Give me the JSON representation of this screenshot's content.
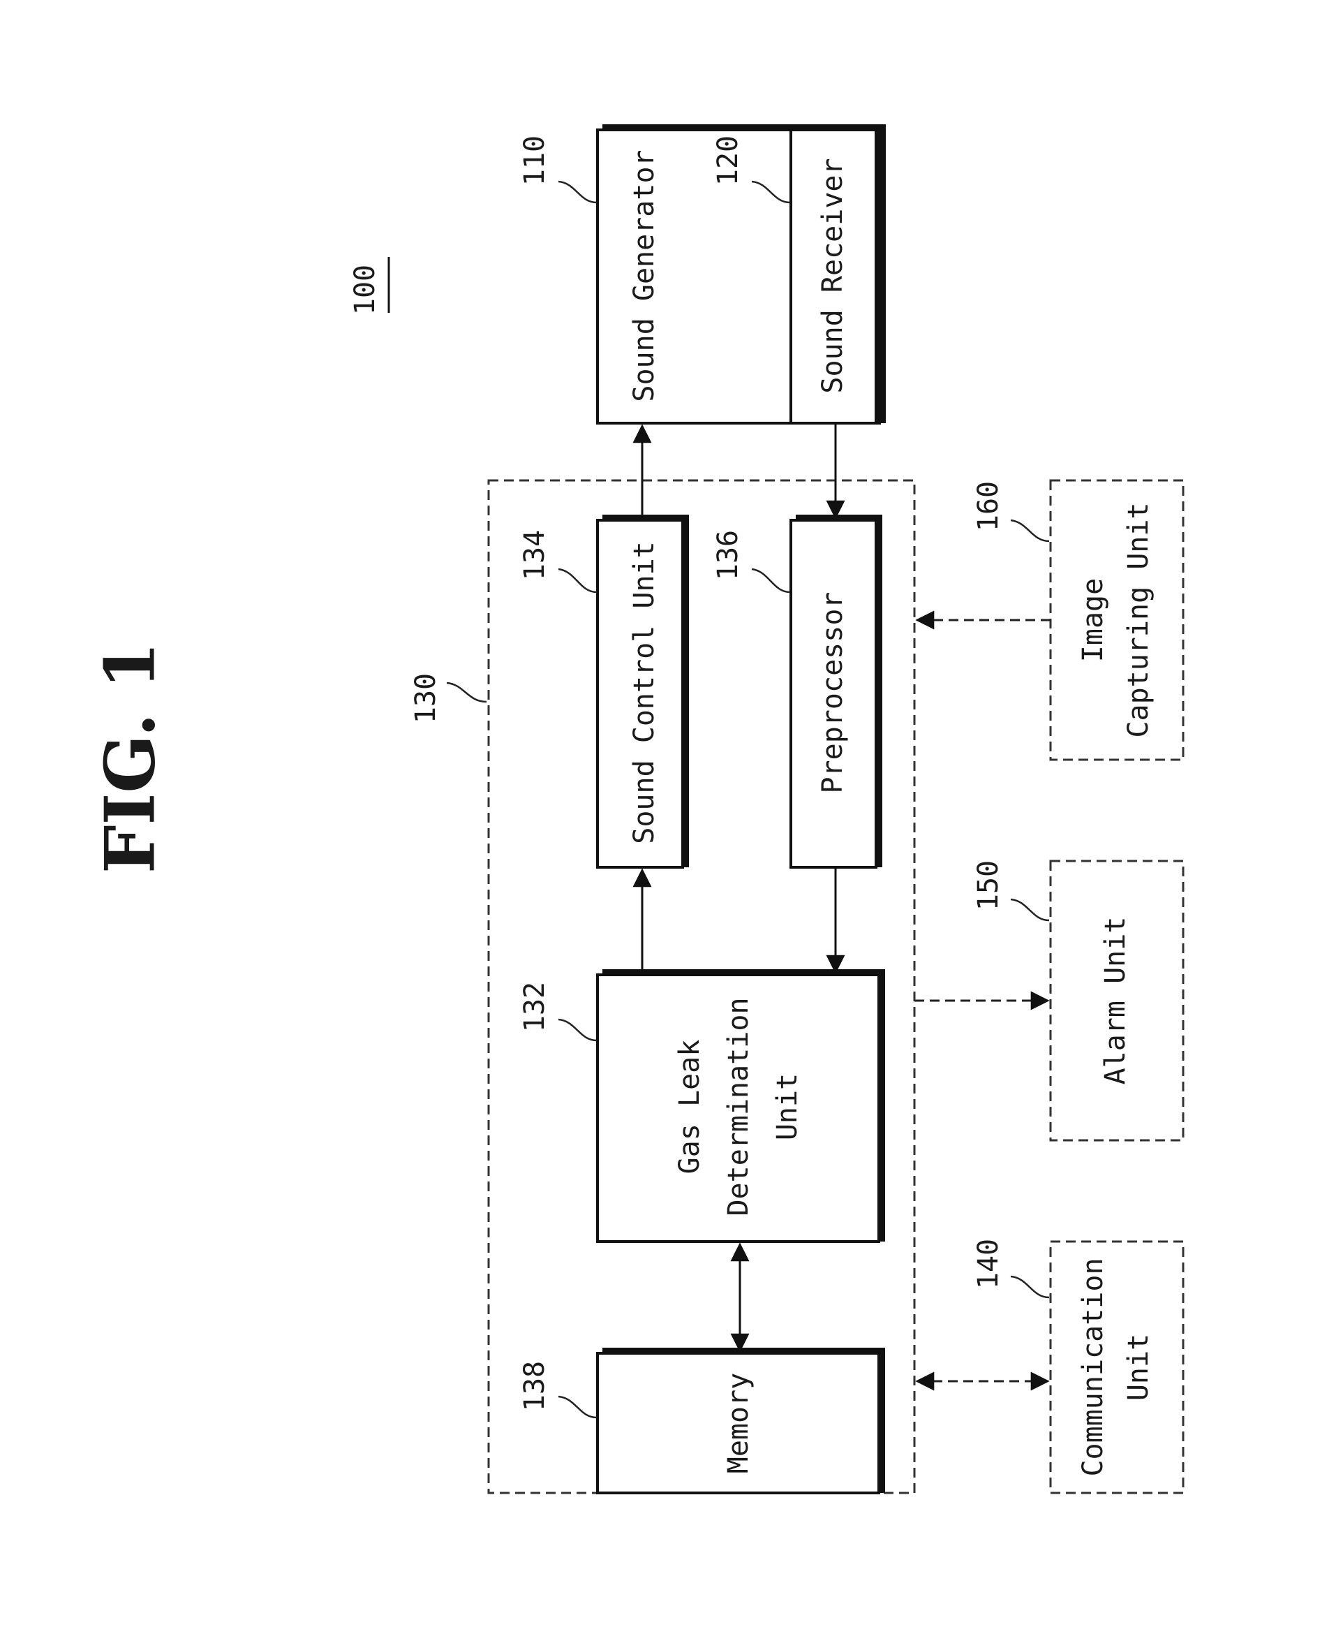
{
  "figure": {
    "title": "FIG. 1",
    "system_ref": "100"
  },
  "blocks": {
    "sound_generator": {
      "label": "Sound Generator",
      "ref": "110"
    },
    "sound_receiver": {
      "label": "Sound Receiver",
      "ref": "120"
    },
    "controller": {
      "ref": "130"
    },
    "gas_leak_determination": {
      "label_lines": [
        "Gas Leak",
        "Determination",
        "Unit"
      ],
      "ref": "132"
    },
    "sound_control": {
      "label": "Sound Control Unit",
      "ref": "134"
    },
    "preprocessor": {
      "label": "Preprocessor",
      "ref": "136"
    },
    "memory": {
      "label": "Memory",
      "ref": "138"
    },
    "communication": {
      "label_lines": [
        "Communication",
        "Unit"
      ],
      "ref": "140"
    },
    "alarm": {
      "label": "Alarm Unit",
      "ref": "150"
    },
    "image_capturing": {
      "label_lines": [
        "Image",
        "Capturing Unit"
      ],
      "ref": "160"
    }
  },
  "colors": {
    "line": "#111111",
    "background": "#ffffff"
  }
}
